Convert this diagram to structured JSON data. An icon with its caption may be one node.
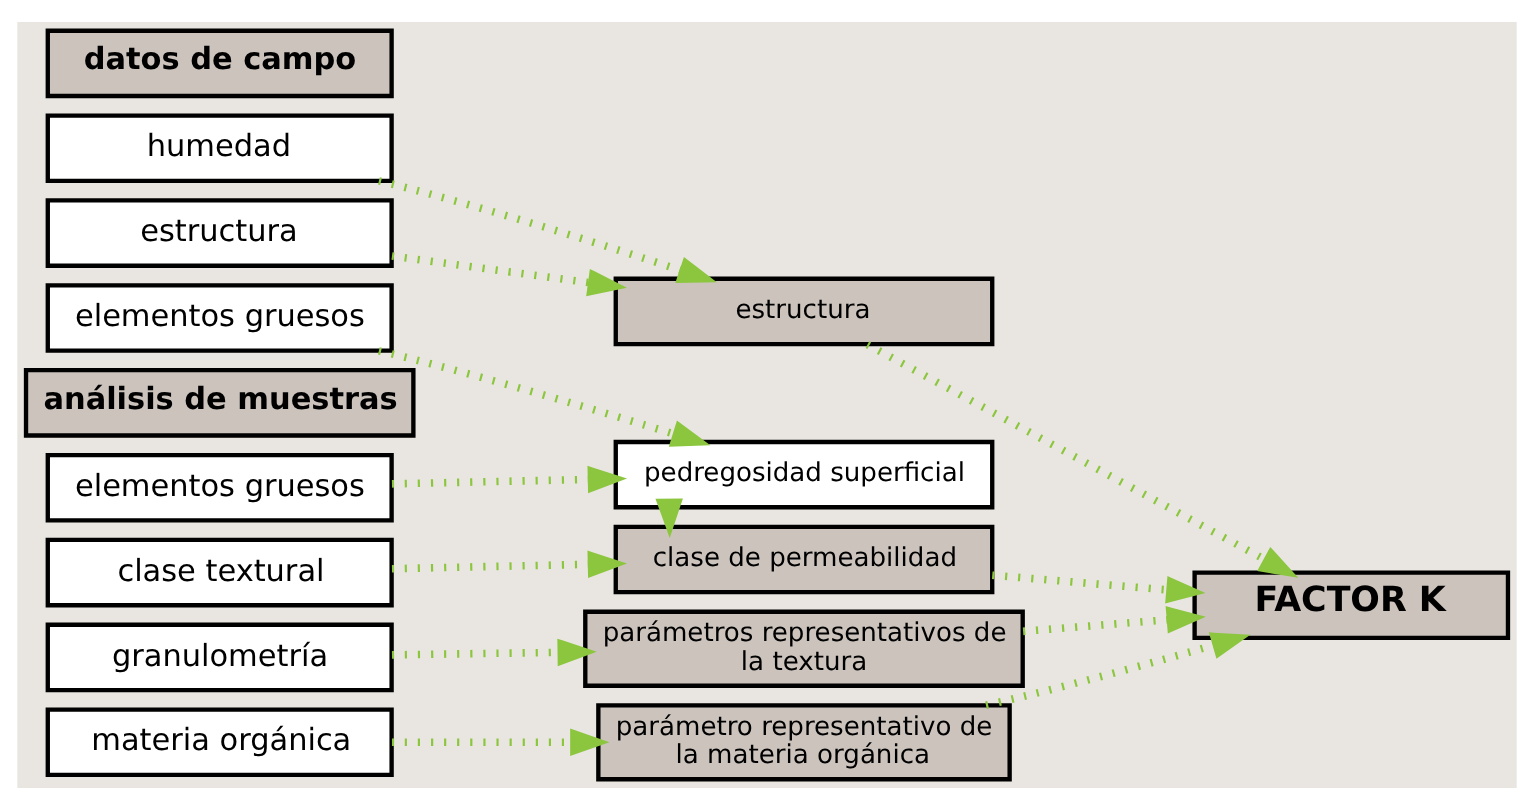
{
  "diagram": {
    "nodes": [
      {
        "text": [
          "datos de campo"
        ]
      },
      {
        "text": [
          "humedad"
        ]
      },
      {
        "text": [
          "estructura"
        ]
      },
      {
        "text": [
          "elementos gruesos"
        ]
      },
      {
        "text": [
          "análisis de muestras"
        ]
      },
      {
        "text": [
          "elementos gruesos"
        ]
      },
      {
        "text": [
          "clase textural"
        ]
      },
      {
        "text": [
          "granulometría"
        ]
      },
      {
        "text": [
          "materia orgánica"
        ]
      },
      {
        "text": [
          "estructura"
        ]
      },
      {
        "text": [
          "pedregosidad superficial"
        ]
      },
      {
        "text": [
          "clase de permeabilidad"
        ]
      },
      {
        "text": [
          "parámetros representativos de la textura"
        ]
      },
      {
        "text": [
          "parámetro representativo de la materia orgánica"
        ]
      },
      {
        "text": [
          "FACTOR K"
        ]
      }
    ],
    "edges": [
      {
        "from": 1,
        "to": 9,
        "arrow": "to"
      },
      {
        "from": 2,
        "to": 9,
        "arrow": "to"
      },
      {
        "from": 3,
        "to": 10,
        "arrow": "to"
      },
      {
        "from": 5,
        "to": 10,
        "arrow": "to"
      },
      {
        "from": 6,
        "to": 11,
        "arrow": "to"
      },
      {
        "from": 7,
        "to": 12,
        "arrow": "to"
      },
      {
        "from": 8,
        "to": 13,
        "arrow": "to"
      },
      {
        "from": 10,
        "to": 11,
        "arrow": "to"
      },
      {
        "from": 9,
        "to": 14,
        "arrow": "to"
      },
      {
        "from": 11,
        "to": 14,
        "arrow": "to"
      },
      {
        "from": 12,
        "to": 14,
        "arrow": "to"
      },
      {
        "from": 13,
        "to": 14,
        "arrow": "to"
      }
    ]
  }
}
